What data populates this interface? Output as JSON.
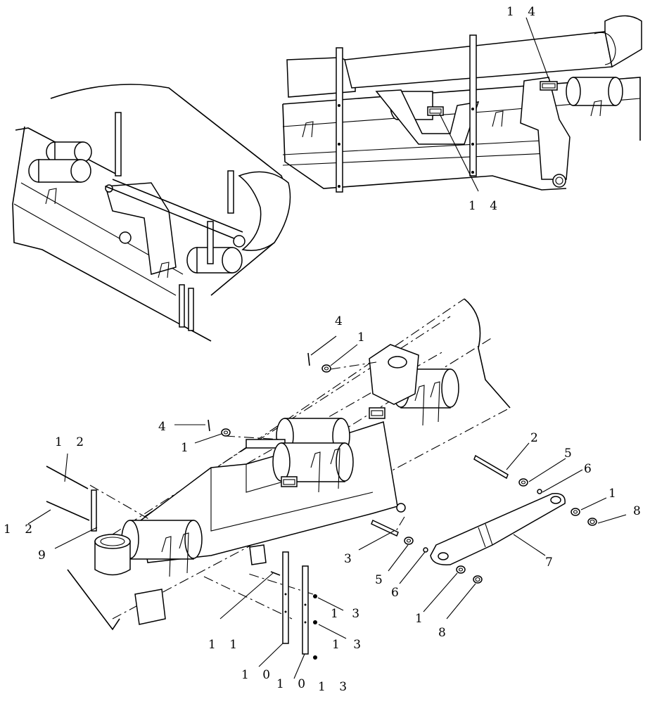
{
  "diagram": {
    "callouts": [
      {
        "id": "c14a",
        "text": "1 4"
      },
      {
        "id": "c14b",
        "text": "1 4"
      },
      {
        "id": "c4a",
        "text": "4"
      },
      {
        "id": "c1a",
        "text": "1"
      },
      {
        "id": "c4b",
        "text": "4"
      },
      {
        "id": "c1b",
        "text": "1"
      },
      {
        "id": "c12a",
        "text": "1 2"
      },
      {
        "id": "c12b",
        "text": "1 2"
      },
      {
        "id": "c9",
        "text": "9"
      },
      {
        "id": "c2",
        "text": "2"
      },
      {
        "id": "c5a",
        "text": "5"
      },
      {
        "id": "c6a",
        "text": "6"
      },
      {
        "id": "c1c",
        "text": "1"
      },
      {
        "id": "c8a",
        "text": "8"
      },
      {
        "id": "c3",
        "text": "3"
      },
      {
        "id": "c5b",
        "text": "5"
      },
      {
        "id": "c6b",
        "text": "6"
      },
      {
        "id": "c7",
        "text": "7"
      },
      {
        "id": "c1d",
        "text": "1"
      },
      {
        "id": "c8b",
        "text": "8"
      },
      {
        "id": "c13a",
        "text": "1 3"
      },
      {
        "id": "c13b",
        "text": "1 3"
      },
      {
        "id": "c13c",
        "text": "1 3"
      },
      {
        "id": "c11",
        "text": "1 1"
      },
      {
        "id": "c10a",
        "text": "1 0"
      },
      {
        "id": "c10b",
        "text": "1 0"
      }
    ]
  }
}
